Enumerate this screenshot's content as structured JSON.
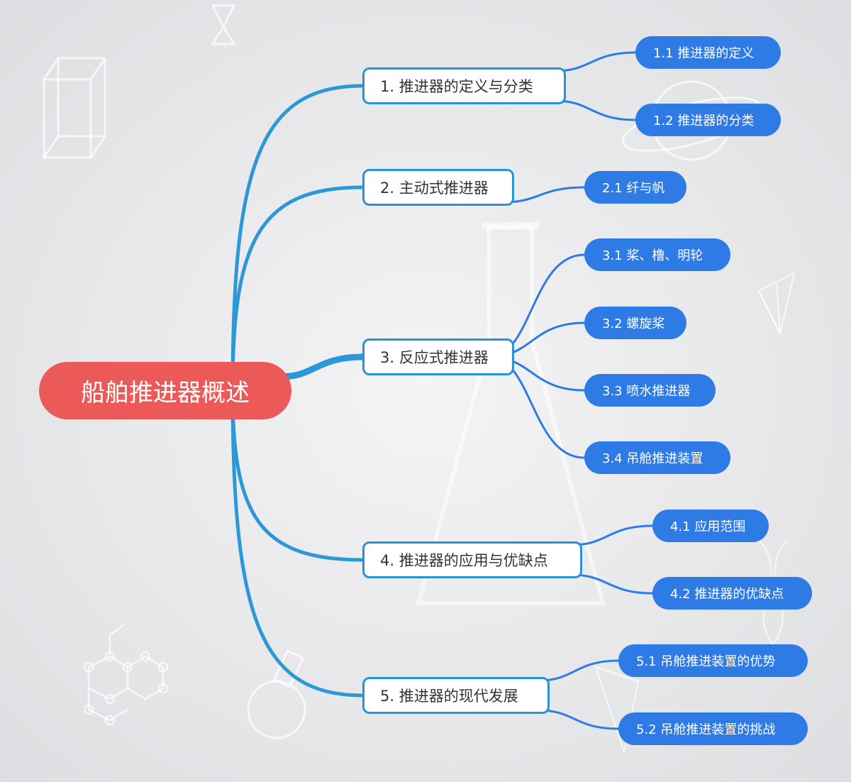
{
  "colors": {
    "background": "#e8e9eb",
    "root_fill": "#eb5a58",
    "branch_border": "#2a93d5",
    "leaf_fill": "#2f7be6",
    "root_link": "#2c98d8",
    "leaf_link": "#2f7be6"
  },
  "root": {
    "label": "船舶推进器概述"
  },
  "branches": [
    {
      "label": "1. 推进器的定义与分类",
      "children": [
        "1.1 推进器的定义",
        "1.2 推进器的分类"
      ]
    },
    {
      "label": "2. 主动式推进器",
      "children": [
        "2.1 纤与帆"
      ]
    },
    {
      "label": "3. 反应式推进器",
      "children": [
        "3.1 桨、橹、明轮",
        "3.2 螺旋桨",
        "3.3 喷水推进器",
        "3.4 吊舱推进装置"
      ]
    },
    {
      "label": "4. 推进器的应用与优缺点",
      "children": [
        "4.1 应用范围",
        "4.2 推进器的优缺点"
      ]
    },
    {
      "label": "5. 推进器的现代发展",
      "children": [
        "5.1 吊舱推进装置的优势",
        "5.2 吊舱推进装置的挑战"
      ]
    }
  ]
}
